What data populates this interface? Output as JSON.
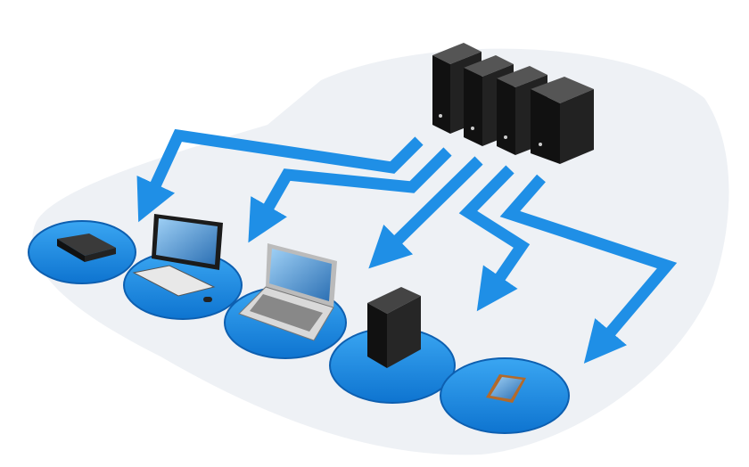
{
  "colors": {
    "arrow": "#1f8fe6",
    "disc": "#1a8ae6",
    "disc_edge": "#0d5fb0",
    "server": "#1c1c1c",
    "shadow": "#e9edf2"
  },
  "illustration": {
    "server_count": 4,
    "devices": [
      "set-top-box",
      "desktop-computer",
      "laptop",
      "tower-pc",
      "smartphone"
    ],
    "arrow_count": 5
  }
}
